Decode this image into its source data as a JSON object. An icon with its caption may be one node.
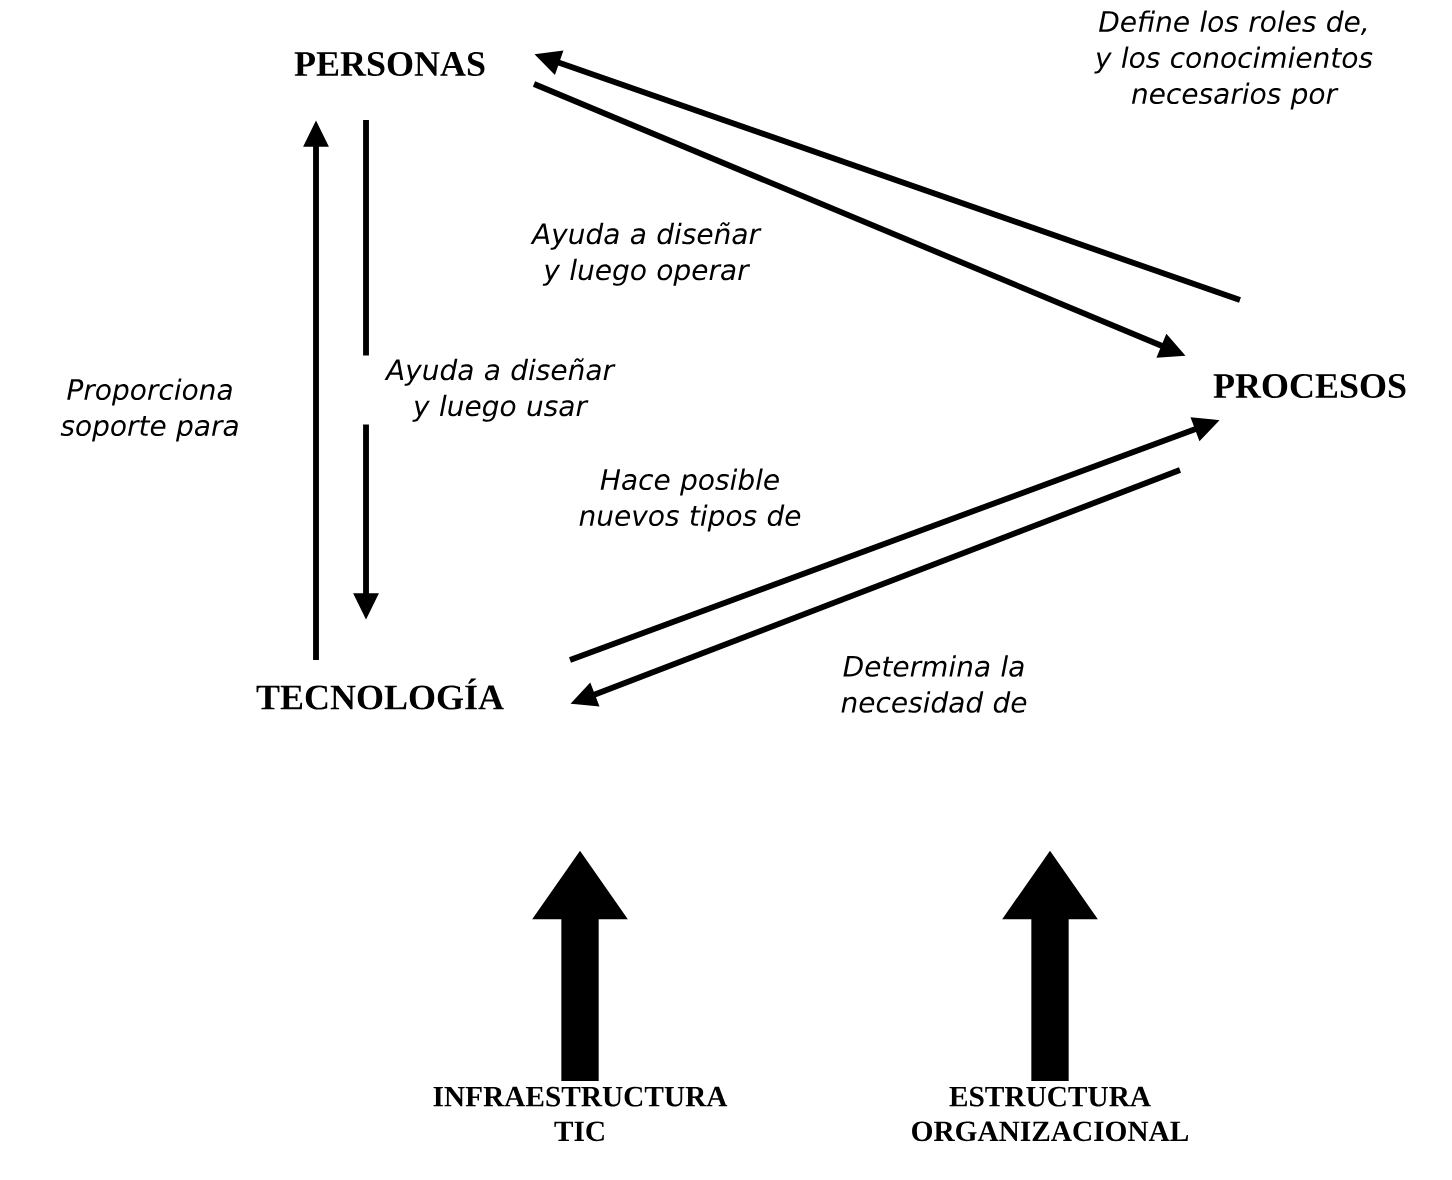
{
  "diagram": {
    "nodes": [
      {
        "text": [
          "PERSONAS"
        ]
      },
      {
        "text": [
          "PROCESOS"
        ]
      },
      {
        "text": [
          "TECNOLOGÍA"
        ]
      },
      {
        "text": [
          "INFRAESTRUCTURA TIC"
        ]
      },
      {
        "text": [
          "ESTRUCTURA ORGANIZACIONAL"
        ]
      }
    ],
    "edges": [
      {
        "from": 1,
        "to": 0,
        "arrow": "to",
        "label": "Define los roles de, y los conocimientos necesarios por"
      },
      {
        "from": 0,
        "to": 1,
        "arrow": "to",
        "label": "Ayuda a diseñar y luego operar"
      },
      {
        "from": 2,
        "to": 0,
        "arrow": "to",
        "label": "Proporciona soporte para"
      },
      {
        "from": 0,
        "to": 2,
        "arrow": "to",
        "label": "Ayuda a diseñar y luego usar"
      },
      {
        "from": 2,
        "to": 1,
        "arrow": "to",
        "label": "Hace posible nuevos tipos de"
      },
      {
        "from": 1,
        "to": 2,
        "arrow": "to",
        "label": "Determina la necesidad de"
      },
      {
        "from": 3,
        "to": null,
        "arrow": "to",
        "style": "thick"
      },
      {
        "from": 4,
        "to": null,
        "arrow": "to",
        "style": "thick"
      }
    ]
  }
}
